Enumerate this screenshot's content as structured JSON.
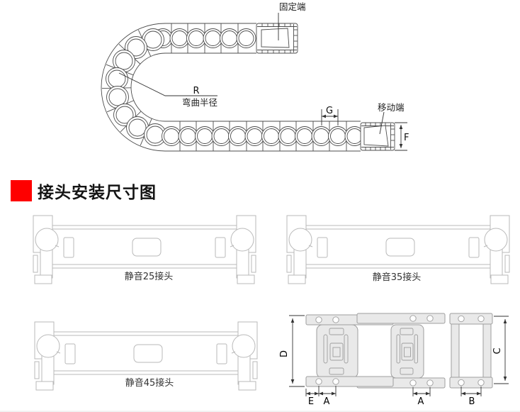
{
  "chain": {
    "fixed_end": "固定端",
    "moving_end": "移动端",
    "radius_symbol": "R",
    "radius_caption": "弯曲半径",
    "pitch_label": "G",
    "height_label": "F"
  },
  "heading": {
    "title": "接头安装尺寸图"
  },
  "joints": [
    {
      "label": "静音25接头"
    },
    {
      "label": "静音35接头"
    },
    {
      "label": "静音45接头"
    }
  ],
  "dims": {
    "d": "D",
    "c": "C",
    "e": "E",
    "a_left": "A",
    "a_right": "A",
    "b": "B"
  },
  "colors": {
    "accent": "#fe0000",
    "chain_stroke": "#4d4d4d",
    "joint_stroke": "#b9b9b9",
    "part_fill": "#e9e9e9",
    "part_stroke": "#9e9e9e",
    "dim_stroke": "#333333"
  }
}
